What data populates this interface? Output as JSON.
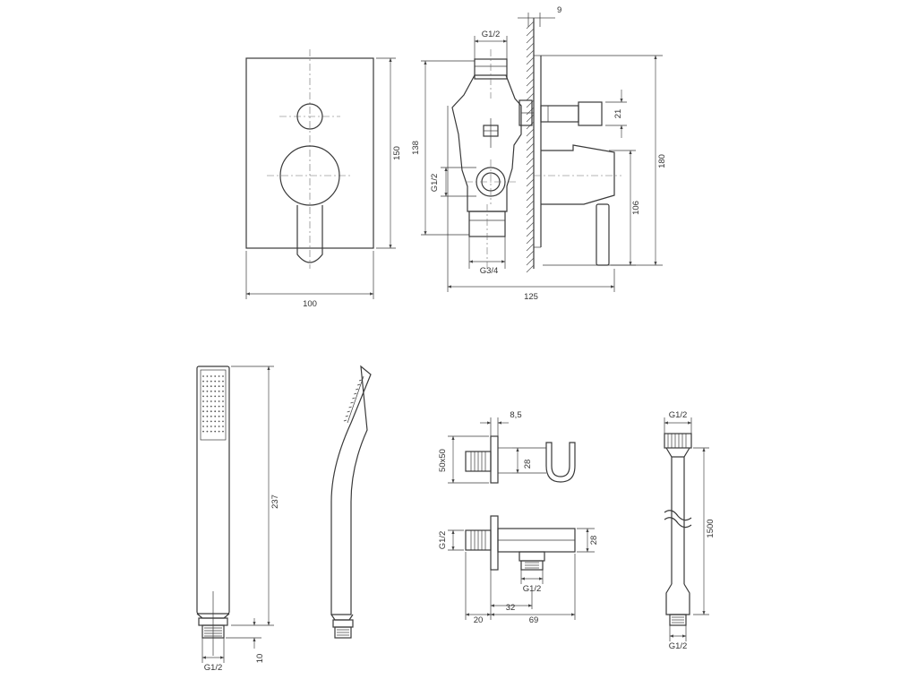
{
  "panel": {
    "width": "100",
    "height": "150"
  },
  "section": {
    "wall": "9",
    "inlet_top": "G1/2",
    "height": "138",
    "outlet_side": "21",
    "total_height": "180",
    "inlet_left": "G1/2",
    "spout": "106",
    "outlet_bottom": "G3/4",
    "depth": "125"
  },
  "hand_shower": {
    "length": "237",
    "thread": "G1/2",
    "thread_len": "10"
  },
  "wall_outlet": {
    "plate_thk": "8,5",
    "plate": "50x50",
    "holder": "28",
    "inlet": "G1/2",
    "outlet_h": "28",
    "outlet": "G1/2",
    "d20": "20",
    "d32": "32",
    "d69": "69"
  },
  "hose": {
    "top": "G1/2",
    "length": "1500",
    "bottom": "G1/2"
  }
}
